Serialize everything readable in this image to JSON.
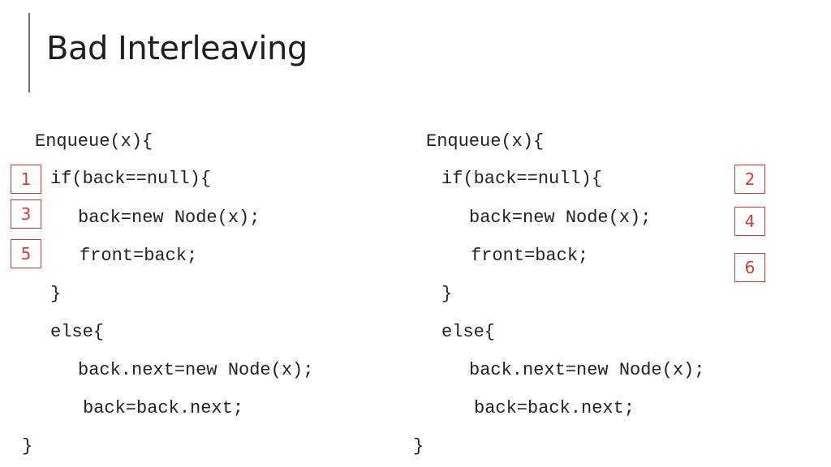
{
  "title": "Bad Interleaving",
  "left_code": {
    "enqueue": "Enqueue(x){",
    "if_line": "if(back==null){",
    "new_node": "back=new Node(x);",
    "front": "front=back;",
    "close_if": "}",
    "else": "else{",
    "next_new": "back.next=new Node(x);",
    "back_next": "back=back.next;",
    "close_fn": "}"
  },
  "right_code": {
    "enqueue": "Enqueue(x){",
    "if_line": "if(back==null){",
    "new_node": "back=new Node(x);",
    "front": "front=back;",
    "close_if": "}",
    "else": "else{",
    "next_new": "back.next=new Node(x);",
    "back_next": "back=back.next;",
    "close_fn": "}"
  },
  "steps": {
    "s1": "1",
    "s2": "2",
    "s3": "3",
    "s4": "4",
    "s5": "5",
    "s6": "6"
  },
  "colors": {
    "step_border": "#d83a3a",
    "accent_bar": "#6b6b8a"
  }
}
